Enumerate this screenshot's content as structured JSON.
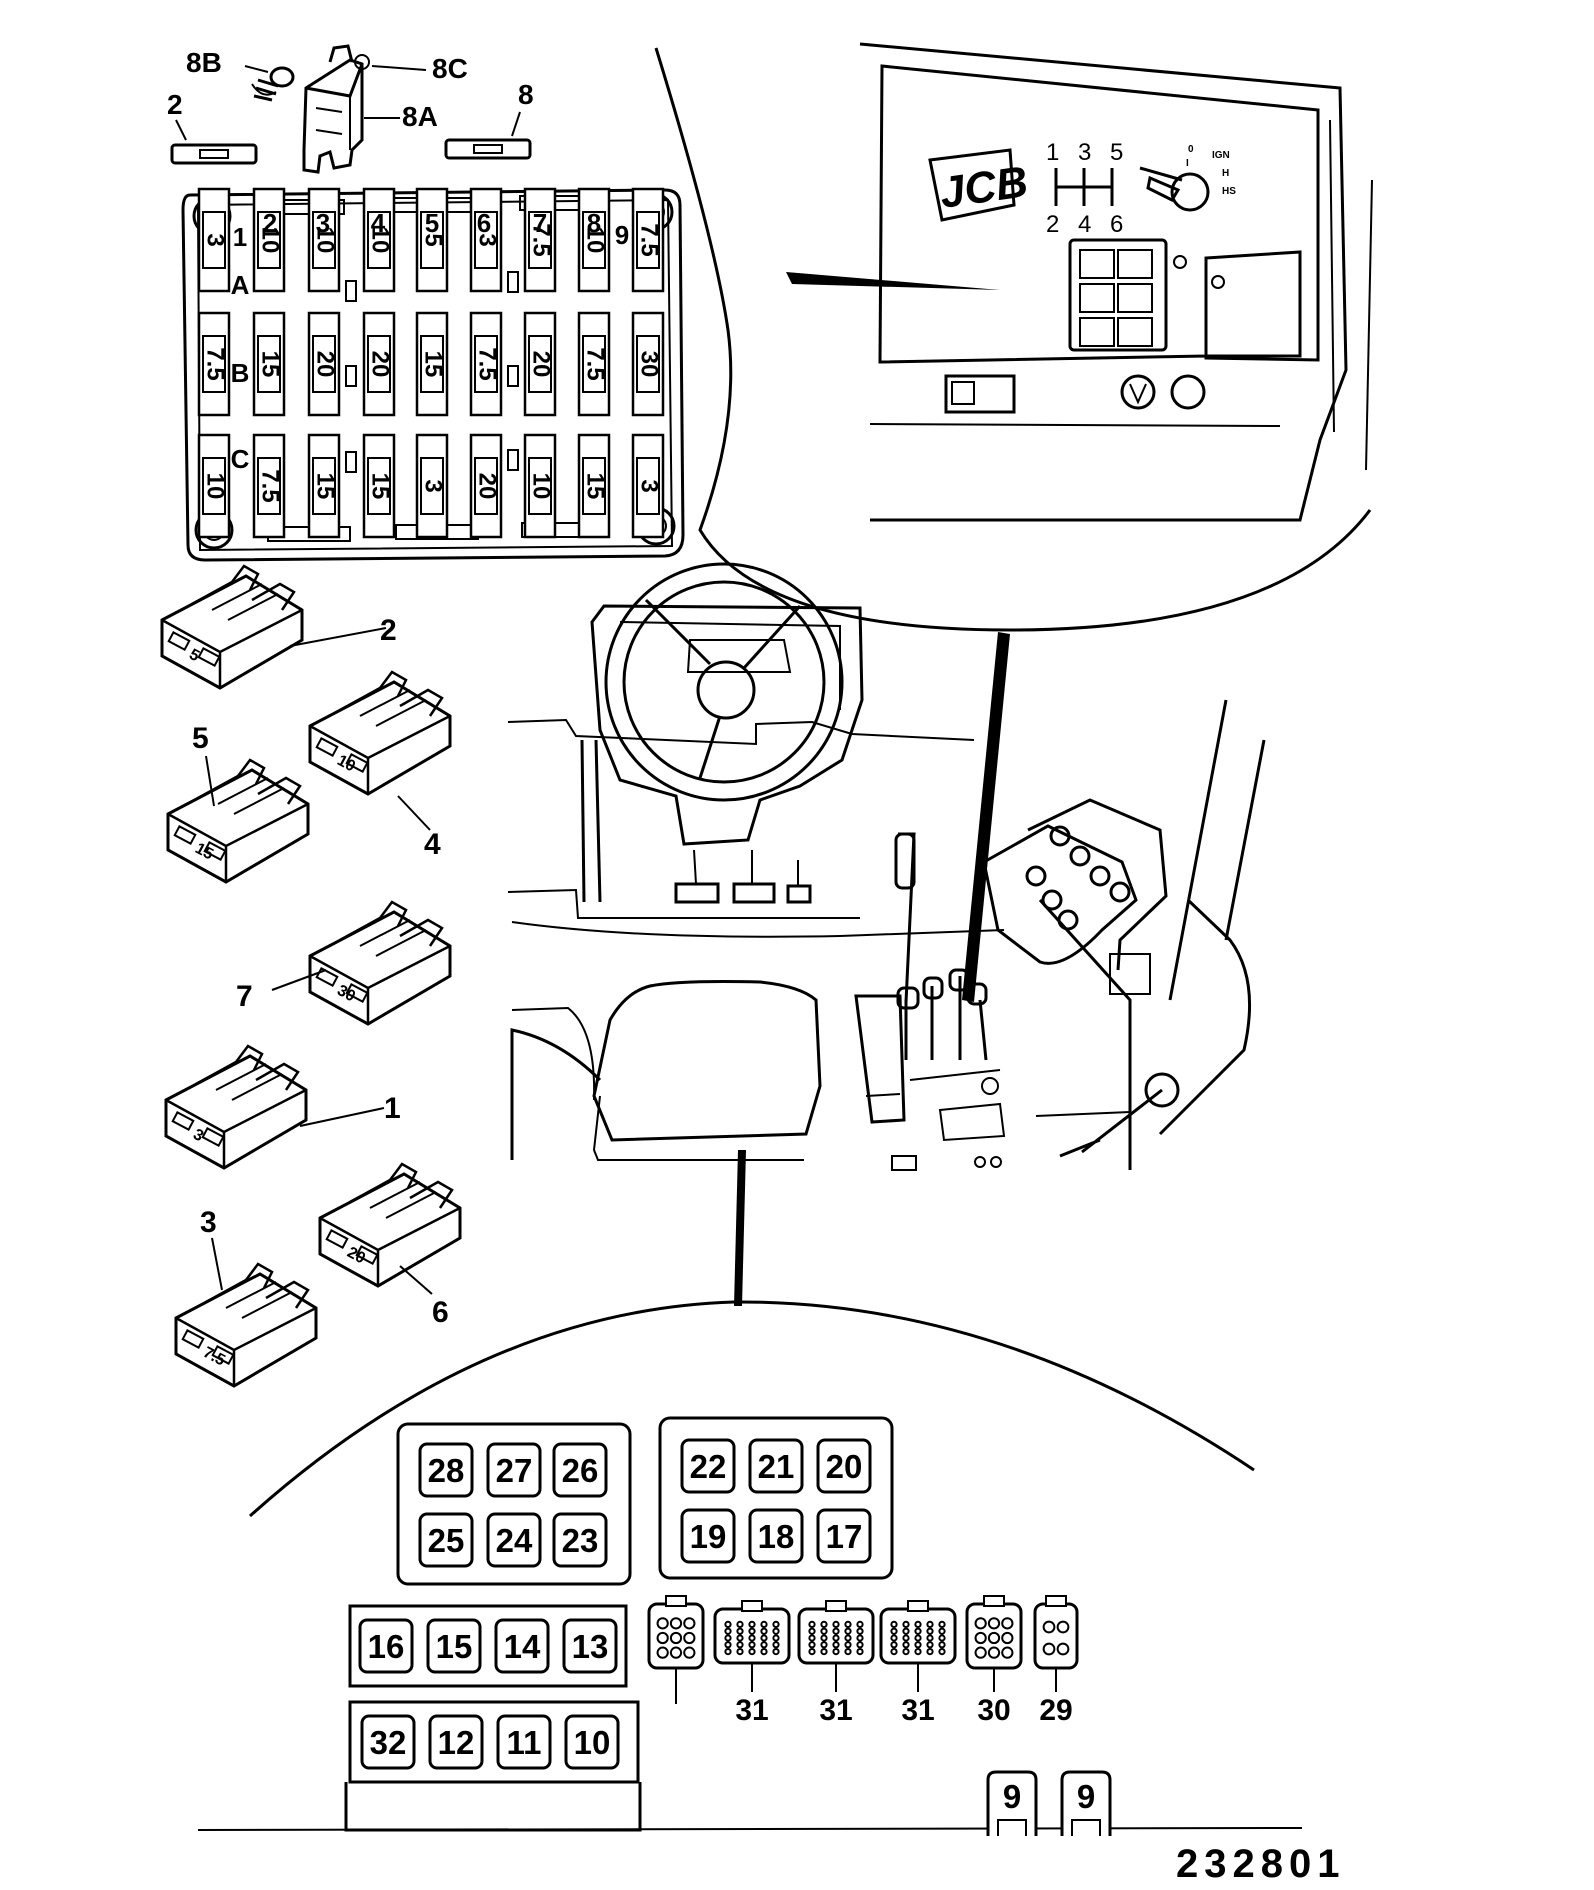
{
  "fuse_box": {
    "column_labels": [
      "1",
      "2",
      "3",
      "4",
      "5",
      "6",
      "7",
      "8",
      "9"
    ],
    "row_labels": [
      "A",
      "B",
      "C"
    ],
    "row_a": [
      "3",
      "10",
      "10",
      "10",
      "5",
      "3",
      "7.5",
      "10",
      "7.5"
    ],
    "row_b": [
      "7.5",
      "15",
      "20",
      "20",
      "15",
      "7.5",
      "20",
      "7.5",
      "30"
    ],
    "row_c": [
      "10",
      "7.5",
      "15",
      "15",
      "3",
      "20",
      "10",
      "15",
      "3"
    ]
  },
  "spare_parts": {
    "cap_left": "2",
    "screw": "8B",
    "relay_bracket": "8C",
    "relay_holder": "8A",
    "cap_right": "8"
  },
  "fuse_callouts": [
    "2",
    "5",
    "4",
    "7",
    "1",
    "3",
    "6"
  ],
  "fuse_body_values": [
    "5",
    "10",
    "15",
    "30",
    "3",
    "20",
    "7.5"
  ],
  "dash_panel": {
    "logo": "JCB",
    "gear_top": "1 3 5",
    "gear_bottom": "2 4 6",
    "key_positions": [
      "0",
      "I",
      "IGN",
      "H",
      "HS"
    ]
  },
  "relays": {
    "group_left": [
      "28",
      "27",
      "26",
      "25",
      "24",
      "23"
    ],
    "group_right": [
      "22",
      "21",
      "20",
      "19",
      "18",
      "17"
    ],
    "row_mid": [
      "16",
      "15",
      "14",
      "13"
    ],
    "row_low": [
      "32",
      "12",
      "11",
      "10"
    ],
    "connector_labels": [
      "31",
      "31",
      "31",
      "30",
      "29"
    ],
    "bottom_units": [
      "9",
      "9"
    ]
  },
  "figure_number": "232801"
}
